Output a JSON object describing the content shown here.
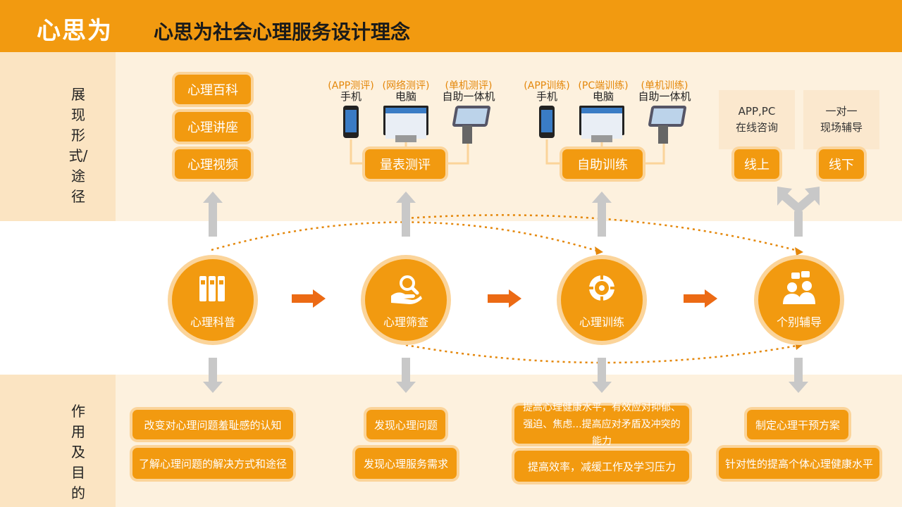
{
  "header": {
    "logo": "心思为",
    "title": "心思为社会心理服务设计理念"
  },
  "sections": {
    "top_label": "展现形式/途径",
    "bottom_label": "作用及目的"
  },
  "science": {
    "items": [
      "心理百科",
      "心理讲座",
      "心理视频"
    ]
  },
  "assessment": {
    "devices": [
      {
        "caption": "(APP测评)",
        "name": "手机"
      },
      {
        "caption": "(网络测评)",
        "name": "电脑"
      },
      {
        "caption": "(单机测评)",
        "name": "自助一体机"
      }
    ],
    "label": "量表测评"
  },
  "training": {
    "devices": [
      {
        "caption": "(APP训练)",
        "name": "手机"
      },
      {
        "caption": "(PC端训练)",
        "name": "电脑"
      },
      {
        "caption": "(单机训练)",
        "name": "自助一体机"
      }
    ],
    "label": "自助训练"
  },
  "counseling": {
    "online_desc": [
      "APP,PC",
      "在线咨询"
    ],
    "offline_desc": [
      "一对一",
      "现场辅导"
    ],
    "online_label": "线上",
    "offline_label": "线下"
  },
  "process": [
    {
      "label": "心理科普",
      "icon": "books-icon"
    },
    {
      "label": "心理筛查",
      "icon": "search-hand-icon"
    },
    {
      "label": "心理训练",
      "icon": "target-icon"
    },
    {
      "label": "个别辅导",
      "icon": "people-chat-icon"
    }
  ],
  "purposes": {
    "science": [
      "改变对心理问题羞耻感的认知",
      "了解心理问题的解决方式和途径"
    ],
    "screening": [
      "发现心理问题",
      "发现心理服务需求"
    ],
    "training": [
      "提高心理健康水平，有效应对抑郁、强迫、焦虑...提高应对矛盾及冲突的能力",
      "提高效率，减缓工作及学习压力"
    ],
    "counseling": [
      "制定心理干预方案",
      "针对性的提高个体心理健康水平"
    ]
  },
  "colors": {
    "primary": "#f29a10",
    "light": "#fdf1de",
    "accent_arrow": "#ec6a14",
    "gray_arrow": "#c8c8c8"
  }
}
